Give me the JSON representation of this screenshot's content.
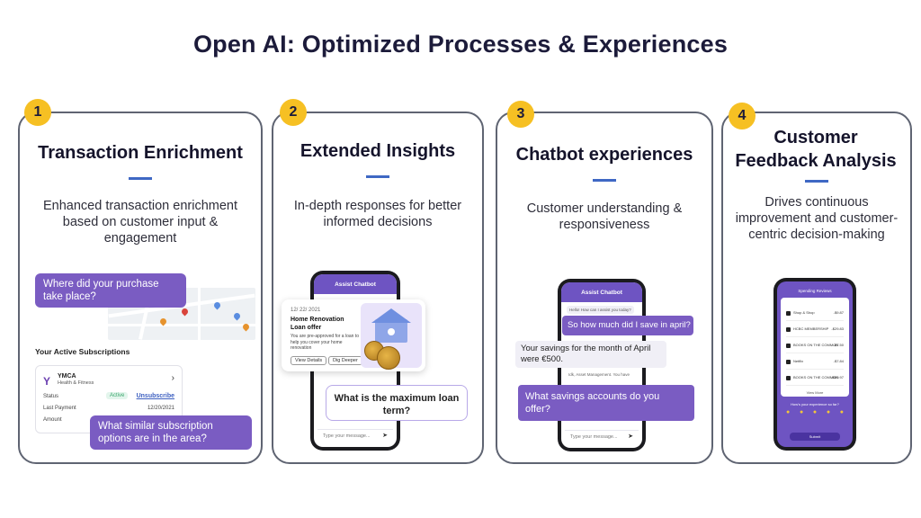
{
  "title": "Open AI: Optimized Processes & Experiences",
  "cards": [
    {
      "number": "1",
      "title": "Transaction Enrichment",
      "description": "Enhanced transaction enrichment based on customer input & engagement",
      "bubble_top": "Where did your purchase take place?",
      "subscriptions_heading": "Your Active Subscriptions",
      "sub_name": "YMCA",
      "sub_category": "Health & Fitness",
      "status_label": "Status",
      "status_value": "Active",
      "unsubscribe": "Unsubscribe",
      "last_payment_label": "Last Payment",
      "last_payment_value": "12/20/2021",
      "amount_label": "Amount",
      "bubble_bottom": "What similar subscription options are in the area?"
    },
    {
      "number": "2",
      "title": "Extended Insights",
      "description": "In-depth responses for better informed decisions",
      "chatbot_header": "Assist Chatbot",
      "offer_date": "12/ 22/ 2021",
      "offer_title": "Home Renovation Loan offer",
      "offer_text": "You are pre-approved for a loan to help you cover your home renovation",
      "view_details": "View Details",
      "dig_deeper": "Dig Deeper",
      "question": "What is the maximum loan term?",
      "input_placeholder": "Type your message..."
    },
    {
      "number": "3",
      "title": "Chatbot experiences",
      "description": "Customer understanding & responsiveness",
      "chatbot_header": "Assist Chatbot",
      "greeting": "Hello! How can I assist you today?",
      "q1": "So how much did I save in april?",
      "a1": "Your savings for the month of April were €500.",
      "hint": "Idk, Asset Management. You have",
      "q2": "What savings accounts do you offer?",
      "input_placeholder": "Type your message..."
    },
    {
      "number": "4",
      "title": "Customer Feedback Analysis",
      "description": "Drives continuous improvement and customer-centric decision-making",
      "screen_header": "Spending Reviews",
      "transactions": [
        {
          "name": "Shop & Shop",
          "amount": "-$9.87"
        },
        {
          "name": "HCBC MEMBERSHIP",
          "amount": "-$29.83"
        },
        {
          "name": "BOOKS ON THE COMMON",
          "amount": "-$7.50"
        },
        {
          "name": "Netflix",
          "amount": "-$7.84"
        },
        {
          "name": "BOOKS ON THE COMMON",
          "amount": "-$60.97"
        }
      ],
      "view_more": "View More",
      "rating_question": "How's your experience so far?",
      "submit": "Submit"
    }
  ],
  "colors": {
    "accent_purple": "#7a5cc2",
    "badge_yellow": "#f6c023",
    "dash_blue": "#3f68c4",
    "card_border": "#5f6472"
  }
}
